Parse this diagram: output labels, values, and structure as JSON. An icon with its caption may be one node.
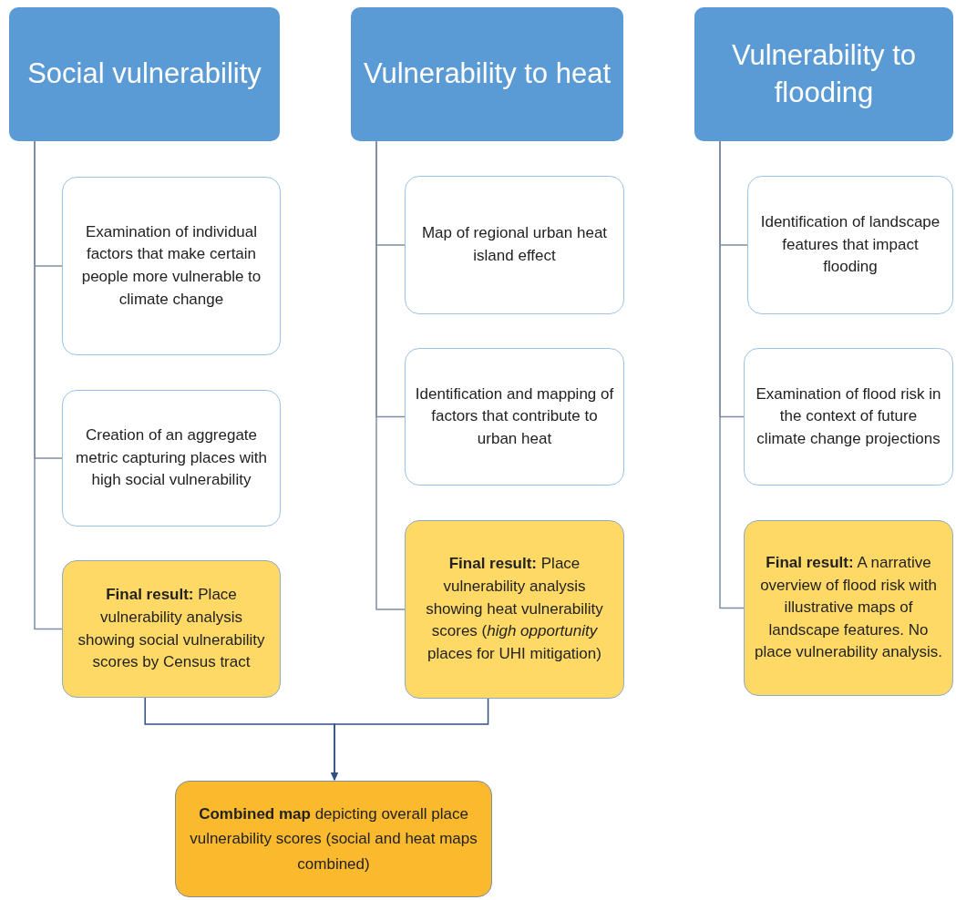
{
  "diagram": {
    "nodes": [
      {
        "text": [
          "Social vulnerability"
        ]
      },
      {
        "text": [
          "Examination of individual factors that make certain people more vulnerable to climate change"
        ]
      },
      {
        "text": [
          "Creation of an aggregate metric capturing places with high social vulnerability"
        ]
      },
      {
        "text": [
          "**Final result:** Place vulnerability analysis showing social vulnerability scores by Census tract"
        ]
      },
      {
        "text": [
          "Vulnerability to heat"
        ]
      },
      {
        "text": [
          "Map of regional urban heat island effect"
        ]
      },
      {
        "text": [
          "Identification and mapping of factors that contribute to urban heat"
        ]
      },
      {
        "text": [
          "**Final result:** Place vulnerability analysis showing heat vulnerability scores (*high opportunity* places for UHI mitigation)"
        ]
      },
      {
        "text": [
          "Vulnerability to flooding"
        ]
      },
      {
        "text": [
          "Identification of landscape features that impact flooding"
        ]
      },
      {
        "text": [
          "Examination of flood risk in the context of future climate change projections"
        ]
      },
      {
        "text": [
          "**Final result:** A narrative overview of flood risk with illustrative maps of landscape features. No place vulnerability analysis."
        ]
      },
      {
        "text": [
          "**Combined map** depicting overall place vulnerability scores (social and heat maps combined)"
        ]
      }
    ],
    "edges": [
      {
        "from": 0,
        "to": 1,
        "arrow": "none"
      },
      {
        "from": 0,
        "to": 2,
        "arrow": "none"
      },
      {
        "from": 0,
        "to": 3,
        "arrow": "none"
      },
      {
        "from": 4,
        "to": 5,
        "arrow": "none"
      },
      {
        "from": 4,
        "to": 6,
        "arrow": "none"
      },
      {
        "from": 4,
        "to": 7,
        "arrow": "none"
      },
      {
        "from": 8,
        "to": 9,
        "arrow": "none"
      },
      {
        "from": 8,
        "to": 10,
        "arrow": "none"
      },
      {
        "from": 8,
        "to": 11,
        "arrow": "none"
      },
      {
        "from": 3,
        "to": 12,
        "arrow": "to",
        "color": "#2f4f7f"
      },
      {
        "from": 7,
        "to": 12,
        "arrow": "to",
        "color": "#2f4f7f"
      }
    ]
  }
}
